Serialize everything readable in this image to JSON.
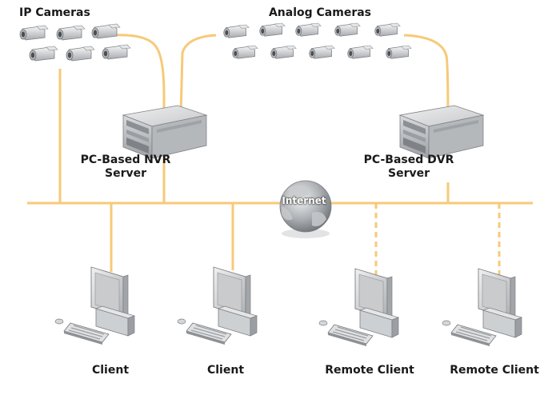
{
  "colors": {
    "link": "#f7c978",
    "device": "#d7d9db",
    "device_dark": "#8d9094",
    "globe": "#9a9ea2"
  },
  "labels": {
    "ip_cameras": "IP Cameras",
    "analog_cameras": "Analog Cameras",
    "nvr_server": "PC-Based NVR\nServer",
    "dvr_server": "PC-Based DVR\nServer",
    "internet": "Internet",
    "client_1": "Client",
    "client_2": "Client",
    "remote_client_1": "Remote Client",
    "remote_client_2": "Remote Client"
  },
  "icons": [
    "ip-camera-icon",
    "analog-camera-icon",
    "server-icon",
    "globe-icon",
    "workstation-icon"
  ]
}
